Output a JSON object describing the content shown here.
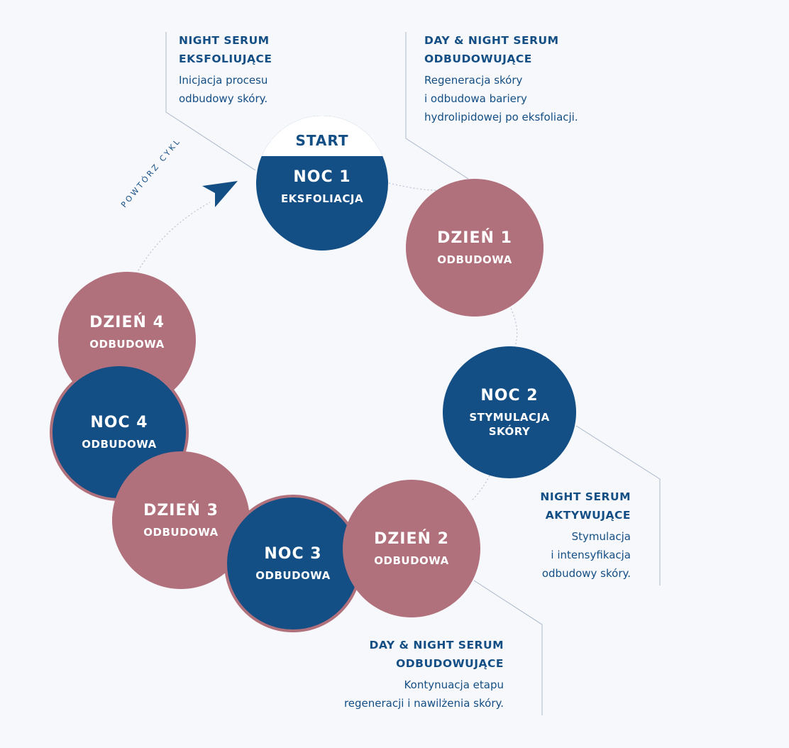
{
  "start_label": "START",
  "repeat_label": "POWTÓRZ CYKL",
  "steps": {
    "noc1": {
      "title": "NOC 1",
      "sub": "EKSFOLIACJA"
    },
    "dzien1": {
      "title": "DZIEŃ 1",
      "sub": "ODBUDOWA"
    },
    "noc2": {
      "title": "NOC 2",
      "sub1": "STYMULACJA",
      "sub2": "SKÓRY"
    },
    "dzien2": {
      "title": "DZIEŃ 2",
      "sub": "ODBUDOWA"
    },
    "noc3": {
      "title": "NOC 3",
      "sub": "ODBUDOWA"
    },
    "dzien3": {
      "title": "DZIEŃ 3",
      "sub": "ODBUDOWA"
    },
    "noc4": {
      "title": "NOC 4",
      "sub": "ODBUDOWA"
    },
    "dzien4": {
      "title": "DZIEŃ 4",
      "sub": "ODBUDOWA"
    }
  },
  "notes": {
    "night_exfoliating": {
      "h1": "NIGHT SERUM",
      "h2": "EKSFOLIUJĄCE",
      "t1": "Inicjacja procesu",
      "t2": "odbudowy skóry."
    },
    "day_night_rebuilding_1": {
      "h1": "DAY & NIGHT SERUM",
      "h2": "ODBUDOWUJĄCE",
      "t1": "Regeneracja skóry",
      "t2": "i odbudowa bariery",
      "t3": "hydrolipidowej po eksfoliacji."
    },
    "night_activating": {
      "h1": "NIGHT SERUM",
      "h2": "AKTYWUJĄCE",
      "t1": "Stymulacja",
      "t2": "i intensyfikacja",
      "t3": "odbudowy skóry."
    },
    "day_night_rebuilding_2": {
      "h1": "DAY & NIGHT SERUM",
      "h2": "ODBUDOWUJĄCE",
      "t1": "Kontynuacja etapu",
      "t2": "regeneracji i nawilżenia skóry."
    }
  },
  "colors": {
    "navy": "#134e85",
    "rose": "#b0707c",
    "background": "#f7f8fb"
  },
  "icons": {
    "arrow": "arrow-head-icon"
  }
}
